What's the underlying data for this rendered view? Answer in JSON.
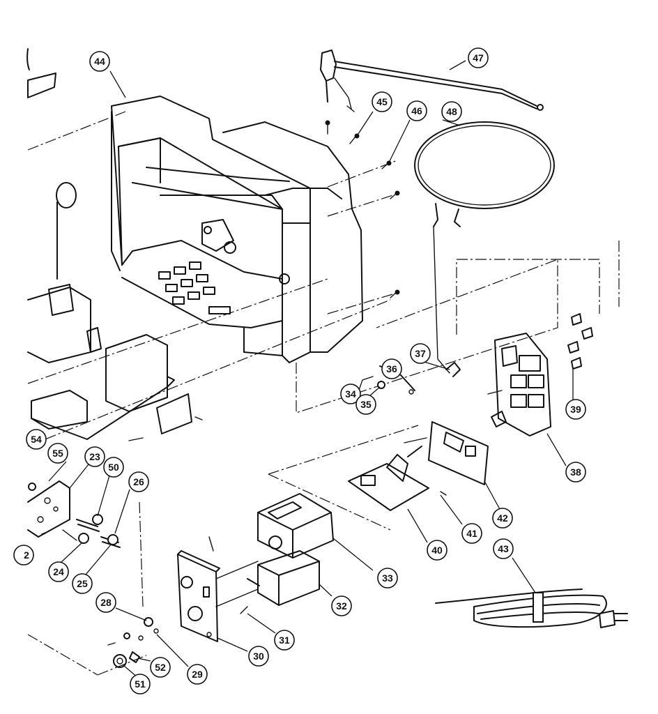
{
  "diagram": {
    "callouts": [
      {
        "id": "44",
        "label": "44"
      },
      {
        "id": "45",
        "label": "45"
      },
      {
        "id": "46",
        "label": "46"
      },
      {
        "id": "47",
        "label": "47"
      },
      {
        "id": "48",
        "label": "48"
      },
      {
        "id": "37",
        "label": "37"
      },
      {
        "id": "36",
        "label": "36"
      },
      {
        "id": "34",
        "label": "34"
      },
      {
        "id": "35",
        "label": "35"
      },
      {
        "id": "39",
        "label": "39"
      },
      {
        "id": "38",
        "label": "38"
      },
      {
        "id": "42",
        "label": "42"
      },
      {
        "id": "41",
        "label": "41"
      },
      {
        "id": "40",
        "label": "40"
      },
      {
        "id": "43",
        "label": "43"
      },
      {
        "id": "54",
        "label": "54"
      },
      {
        "id": "55",
        "label": "55"
      },
      {
        "id": "23",
        "label": "23"
      },
      {
        "id": "50",
        "label": "50"
      },
      {
        "id": "26",
        "label": "26"
      },
      {
        "id": "24",
        "label": "24"
      },
      {
        "id": "25",
        "label": "25"
      },
      {
        "id": "22",
        "label": "2"
      },
      {
        "id": "33",
        "label": "33"
      },
      {
        "id": "32",
        "label": "32"
      },
      {
        "id": "31",
        "label": "31"
      },
      {
        "id": "30",
        "label": "30"
      },
      {
        "id": "28",
        "label": "28"
      },
      {
        "id": "29",
        "label": "29"
      },
      {
        "id": "52",
        "label": "52"
      },
      {
        "id": "51",
        "label": "51"
      }
    ]
  }
}
